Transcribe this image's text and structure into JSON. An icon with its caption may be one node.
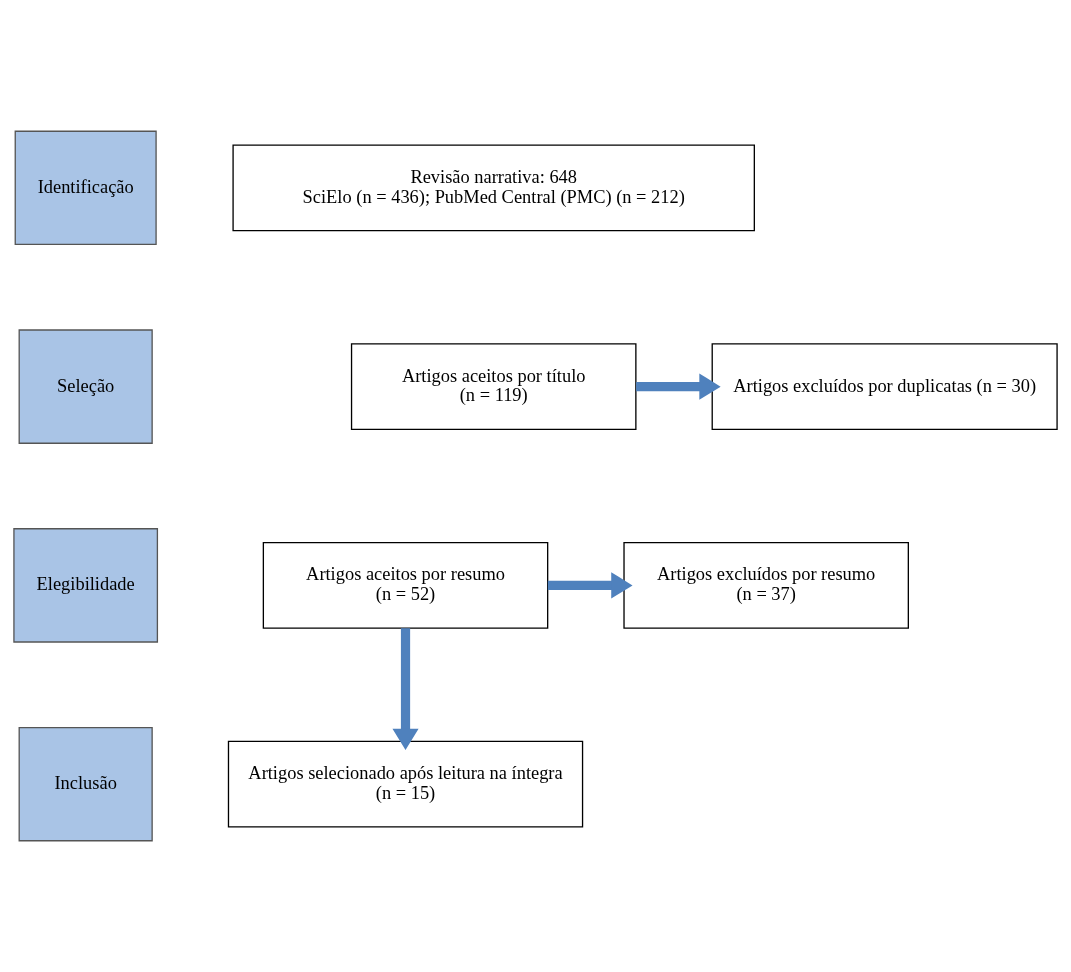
{
  "diagram": {
    "nodes": [
      {
        "text": [
          "Identificação"
        ]
      },
      {
        "text": [
          "Revisão narrativa: 648",
          "SciElo (n = 436); PubMed Central (PMC) (n = 212)"
        ]
      },
      {
        "text": [
          "Seleção"
        ]
      },
      {
        "text": [
          "Artigos aceitos por título",
          "(n = 119)"
        ]
      },
      {
        "text": [
          "Artigos excluídos por duplicatas (n = 30)"
        ]
      },
      {
        "text": [
          "Elegibilidade"
        ]
      },
      {
        "text": [
          "Artigos aceitos por resumo",
          "(n = 52)"
        ]
      },
      {
        "text": [
          "Artigos excluídos por resumo",
          "(n = 37)"
        ]
      },
      {
        "text": [
          "Inclusão"
        ]
      },
      {
        "text": [
          "Artigos selecionado após leitura na íntegra",
          "(n = 15)"
        ]
      }
    ],
    "edges": [
      {
        "from": 3,
        "to": 4,
        "arrow": "to"
      },
      {
        "from": 6,
        "to": 7,
        "arrow": "to"
      },
      {
        "from": 6,
        "to": 9,
        "arrow": "to"
      }
    ]
  }
}
